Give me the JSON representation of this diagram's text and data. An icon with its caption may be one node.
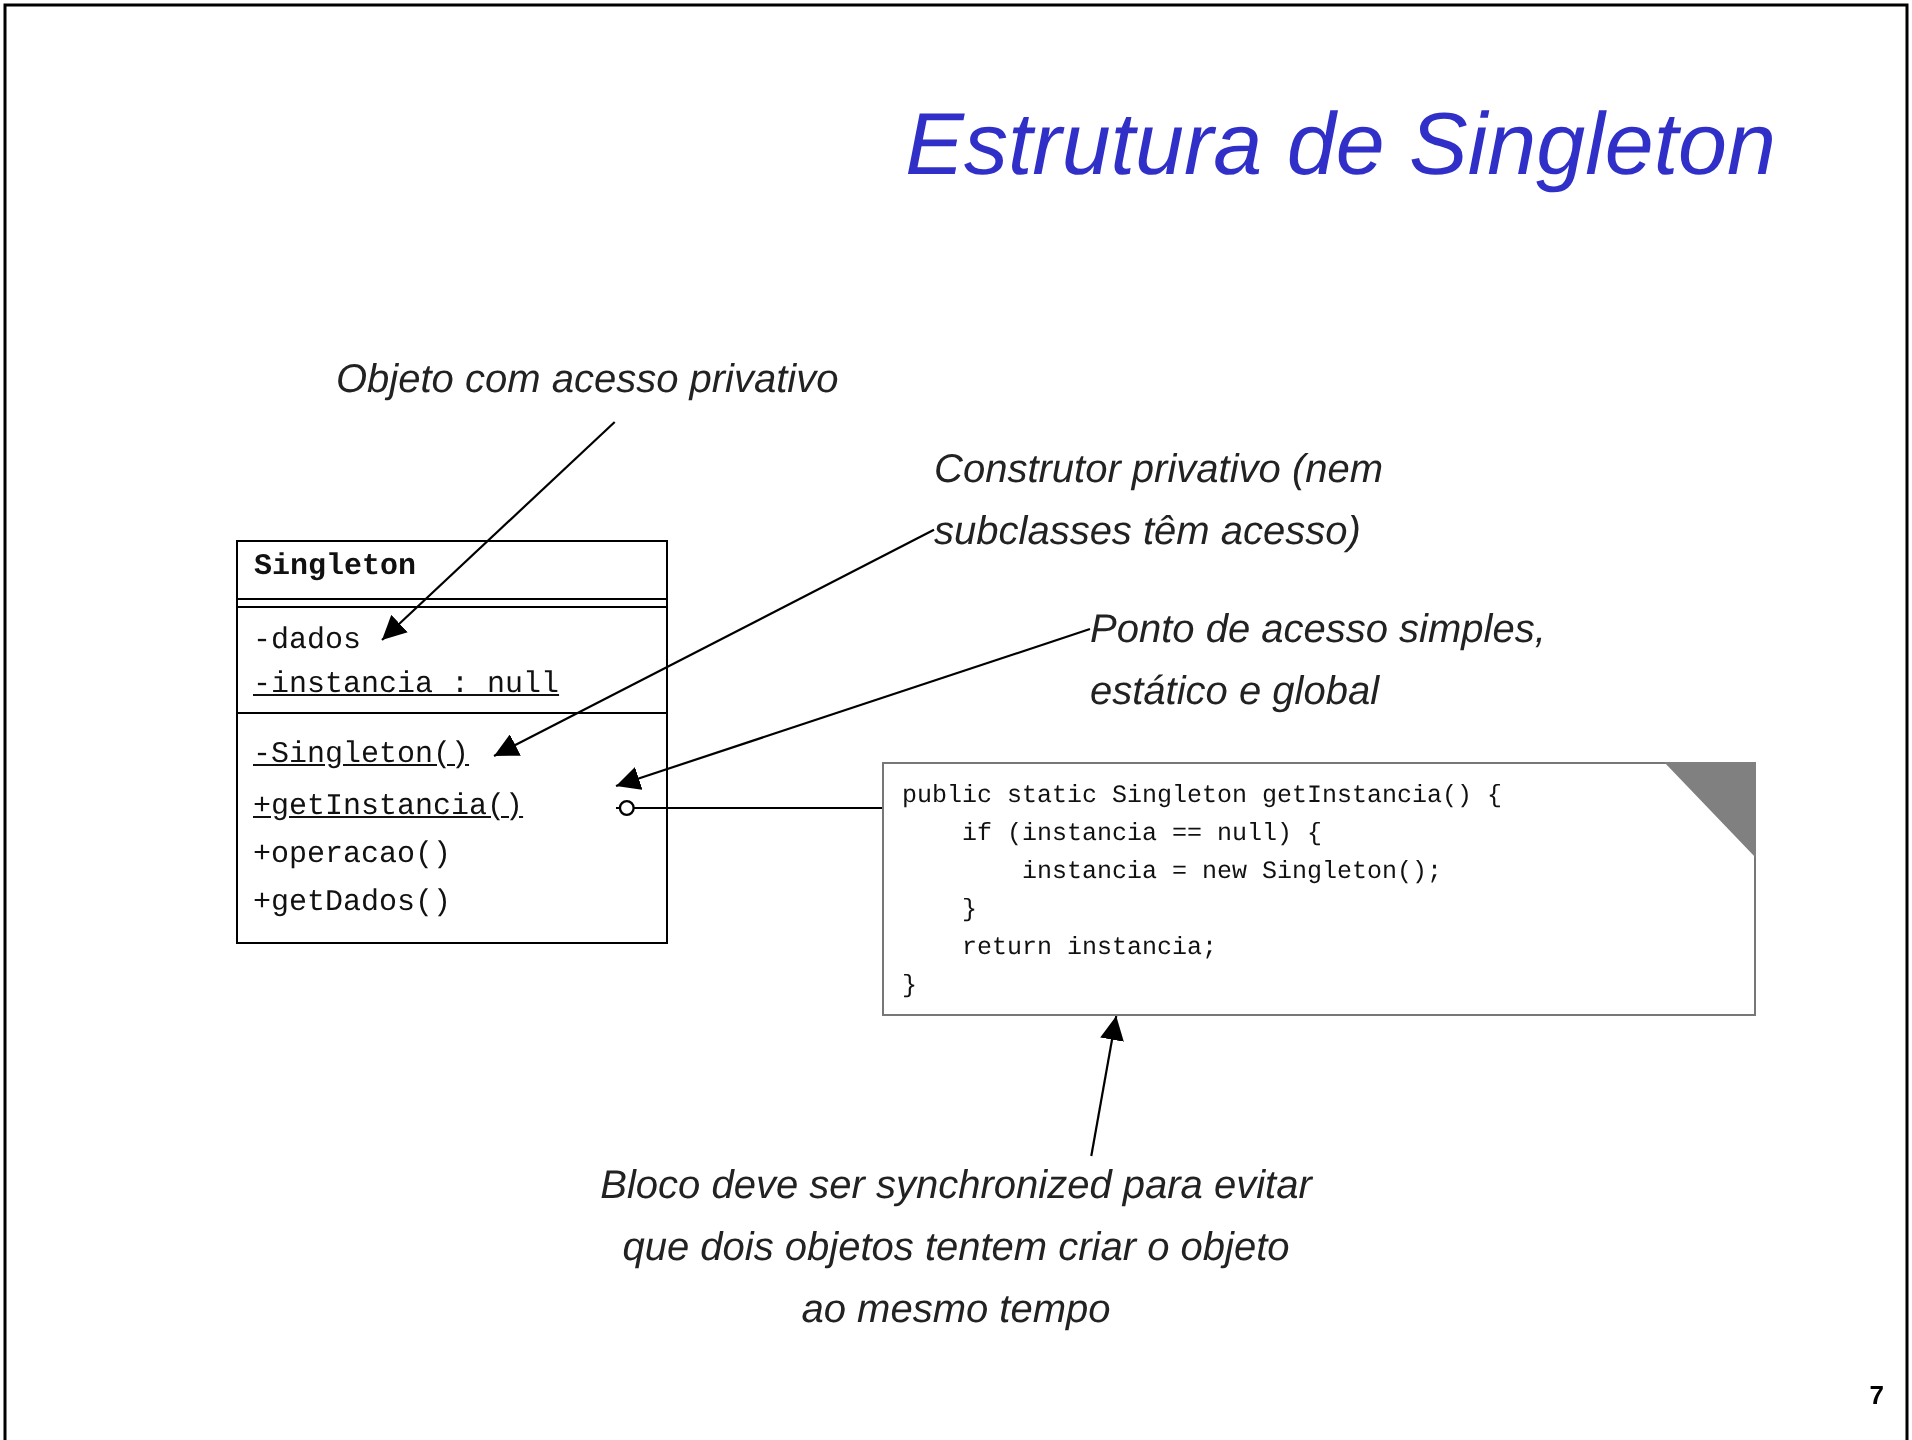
{
  "diagram": {
    "title": "Estrutura de Singleton",
    "nodes": [
      {
        "text": [
          "Objeto com acesso privativo"
        ]
      },
      {
        "text": [
          "Construtor privativo (nem subclasses têm acesso)"
        ]
      },
      {
        "text": [
          "Ponto de acesso simples, estático e global"
        ]
      },
      {
        "text": [
          "Singleton"
        ]
      },
      {
        "text": [
          "-dados"
        ],
        "in": 3
      },
      {
        "text": [
          "-instancia : null"
        ],
        "in": 3
      },
      {
        "text": [
          "-Singleton()"
        ],
        "in": 3
      },
      {
        "text": [
          "+getInstancia()"
        ],
        "in": 3
      },
      {
        "text": [
          "+operacao()"
        ],
        "in": 3
      },
      {
        "text": [
          "+getDados()"
        ],
        "in": 3
      },
      {
        "text": [
          "public static Singleton getInstancia() {",
          "if (instancia == null) {",
          "instancia = new Singleton();",
          "}",
          "return instancia;",
          "}"
        ]
      },
      {
        "text": [
          "Bloco deve ser *synchronized* para evitar que dois objetos tentem criar o objeto ao mesmo tempo"
        ]
      }
    ],
    "edges": [
      {
        "from": 0,
        "to": 4,
        "arrow": "to"
      },
      {
        "from": 1,
        "to": 6,
        "arrow": "to"
      },
      {
        "from": 2,
        "to": 7,
        "arrow": "to"
      },
      {
        "from": 7,
        "to": 10,
        "arrow": "other"
      },
      {
        "from": 11,
        "to": 10,
        "arrow": "to"
      }
    ],
    "labels": [
      "7"
    ]
  }
}
